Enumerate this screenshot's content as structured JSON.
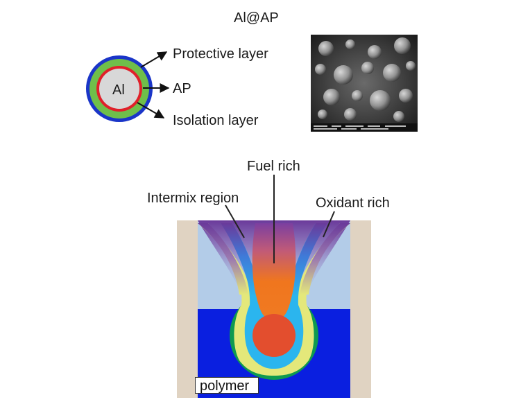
{
  "top": {
    "title": "Al@AP",
    "core_label": "Al",
    "arrow_labels": {
      "protective": "Protective layer",
      "ap": "AP",
      "isolation": "Isolation layer"
    }
  },
  "flame": {
    "fuel_rich": "Fuel rich",
    "intermix": "Intermix region",
    "oxidant_rich": "Oxidant rich",
    "polymer": "polymer"
  },
  "colors": {
    "particle_outer": "#1a35c8",
    "particle_protective": "#6fbf4a",
    "particle_ap": "#e0202a",
    "particle_core": "#d8d8d8",
    "wall": "#e0d3c2",
    "gas": "#b3cce8",
    "polymer": "#0a1fe0",
    "green_shell": "#0f9a50",
    "yellow_layer": "#e4e87a",
    "cyan_layer": "#2bb5ee",
    "fuel_core": "#f0761e",
    "droplet": "#e34e2e",
    "plume_purple": "#6a3a9a"
  }
}
